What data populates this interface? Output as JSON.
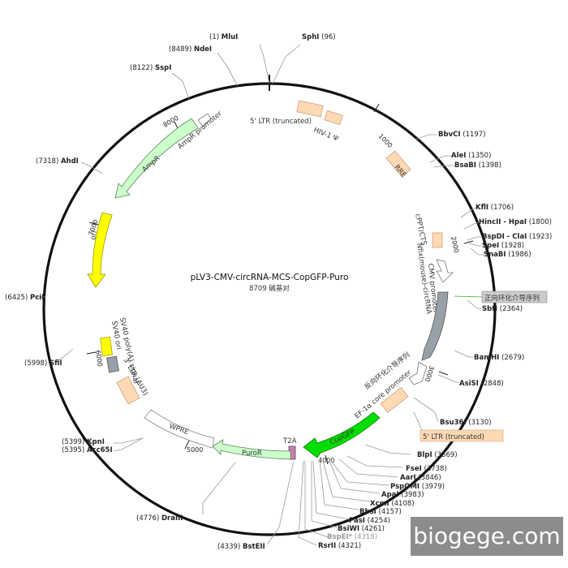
{
  "plasmid": {
    "name": "pLV3-CMV-circRNA-MCS-CopGFP-Puro",
    "size_label": "8709 碱基对",
    "length": 8709,
    "backbone_color": "#111111"
  },
  "ticks": [
    {
      "pos": 1000,
      "label": "1000"
    },
    {
      "pos": 2000,
      "label": "2000"
    },
    {
      "pos": 3000,
      "label": "3000"
    },
    {
      "pos": 4000,
      "label": "4000"
    },
    {
      "pos": 5000,
      "label": "5000"
    },
    {
      "pos": 6000,
      "label": "6000"
    },
    {
      "pos": 7000,
      "label": "7000"
    },
    {
      "pos": 8000,
      "label": "8000"
    }
  ],
  "sites": [
    {
      "name": "MluI",
      "pos": "(1)",
      "side": "left",
      "color": "#222222"
    },
    {
      "name": "SphI",
      "pos": "(96)",
      "side": "right",
      "color": "#222222"
    },
    {
      "name": "NdeI",
      "pos": "(8489)",
      "side": "left",
      "color": "#222222"
    },
    {
      "name": "SspI",
      "pos": "(8122)",
      "side": "left",
      "color": "#222222"
    },
    {
      "name": "BbvCI",
      "pos": "(1197)",
      "side": "right",
      "color": "#222222"
    },
    {
      "name": "AleI",
      "pos": "(1350)",
      "side": "right",
      "color": "#222222"
    },
    {
      "name": "BsaBI",
      "pos": "(1398)",
      "side": "right",
      "color": "#222222"
    },
    {
      "name": "AhdI",
      "pos": "(7318)",
      "side": "left",
      "color": "#222222"
    },
    {
      "name": "KflI",
      "pos": "(1706)",
      "side": "right",
      "color": "#222222"
    },
    {
      "name": "HincII - HpaI",
      "pos": "(1800)",
      "side": "right",
      "color": "#222222"
    },
    {
      "name": "BspDI - ClaI",
      "pos": "(1923)",
      "side": "right",
      "color": "#222222"
    },
    {
      "name": "SpeI",
      "pos": "(1928)",
      "side": "right",
      "color": "#222222"
    },
    {
      "name": "SnaBI",
      "pos": "(1986)",
      "side": "right",
      "color": "#222222"
    },
    {
      "name": "PciI",
      "pos": "(6425)",
      "side": "left",
      "color": "#222222"
    },
    {
      "name": "SbfI",
      "pos": "(2364)",
      "side": "right",
      "color": "#222222"
    },
    {
      "name": "BamHI",
      "pos": "(2679)",
      "side": "right",
      "color": "#222222"
    },
    {
      "name": "SfiI",
      "pos": "(5998)",
      "side": "left",
      "color": "#222222"
    },
    {
      "name": "AsiSI",
      "pos": "(2848)",
      "side": "right",
      "color": "#222222"
    },
    {
      "name": "Bsu36I",
      "pos": "(3130)",
      "side": "right",
      "color": "#222222"
    },
    {
      "name": "KpnI",
      "pos": "(5399)",
      "side": "left",
      "color": "#222222"
    },
    {
      "name": "Acc65I",
      "pos": "(5395)",
      "side": "left",
      "color": "#222222"
    },
    {
      "name": "BlpI",
      "pos": "(3569)",
      "side": "right",
      "color": "#222222"
    },
    {
      "name": "FseI",
      "pos": "(3738)",
      "side": "right",
      "color": "#222222"
    },
    {
      "name": "AarI",
      "pos": "(3846)",
      "side": "right",
      "color": "#222222"
    },
    {
      "name": "PspOMI",
      "pos": "(3979)",
      "side": "right",
      "color": "#222222"
    },
    {
      "name": "ApaI",
      "pos": "(3983)",
      "side": "right",
      "color": "#222222"
    },
    {
      "name": "XcmI",
      "pos": "(4108)",
      "side": "right",
      "color": "#222222"
    },
    {
      "name": "BbsI",
      "pos": "(4157)",
      "side": "right",
      "color": "#222222"
    },
    {
      "name": "PasI",
      "pos": "(4254)",
      "side": "right",
      "color": "#222222"
    },
    {
      "name": "BsiWI",
      "pos": "(4261)",
      "side": "right",
      "color": "#222222"
    },
    {
      "name": "BspEI*",
      "pos": "(4318)",
      "side": "right",
      "color": "#999999"
    },
    {
      "name": "RsrII",
      "pos": "(4321)",
      "side": "right",
      "color": "#222222"
    },
    {
      "name": "DraIII",
      "pos": "(4776)",
      "side": "left",
      "color": "#222222"
    },
    {
      "name": "BstEII",
      "pos": "(4339)",
      "side": "left",
      "color": "#222222"
    }
  ],
  "features": {
    "ltr5": "5' LTR (truncated)",
    "hiv_psi": "HIV-1 Ψ",
    "rre": "RRE",
    "cppt": "cPPT/CTS",
    "nfix": "Nfix(mouse)-circRNA",
    "cmv": "CMV promoter",
    "forward_seq": "正向环化介导序列",
    "reverse_seq": "反向环化介导序列",
    "ef1a": "EF-1α core promoter",
    "ltr5_box": "5' LTR (truncated)",
    "copgfp": "CopGFP",
    "t2a": "T2A",
    "puror": "PuroR",
    "wpre": "WPRE",
    "ltr3": "3' LTR (ΔU3)",
    "sv40_polya": "SV40 poly(A) signal",
    "sv40_ori": "SV40 ori",
    "ori": "ori",
    "ampr": "AmpR",
    "ampr_promoter": "AmpR promoter"
  },
  "colors": {
    "ampr": "#ccffcc",
    "ori": "#ffff00",
    "copgfp": "#00dd00",
    "ltr_box": "#ffd9b3",
    "cmv": "#9aa0a8",
    "t2a": "#c080b0",
    "sv40": "#ffff00",
    "label_box": "#cccccc"
  },
  "watermark": "biogege.com"
}
